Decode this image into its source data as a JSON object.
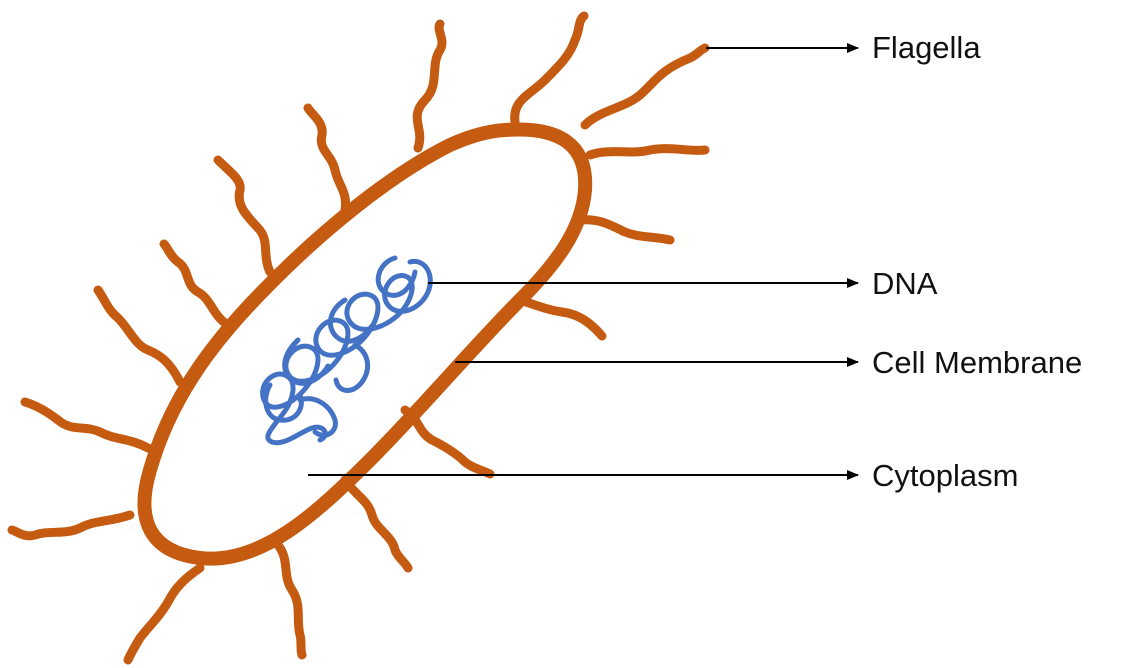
{
  "labels": {
    "flagella": "Flagella",
    "dna": "DNA",
    "cell_membrane": "Cell Membrane",
    "cytoplasm": "Cytoplasm"
  },
  "colors": {
    "membrane": "#c55a11",
    "dna": "#4472c4",
    "arrow": "#000000",
    "background": "#ffffff"
  }
}
